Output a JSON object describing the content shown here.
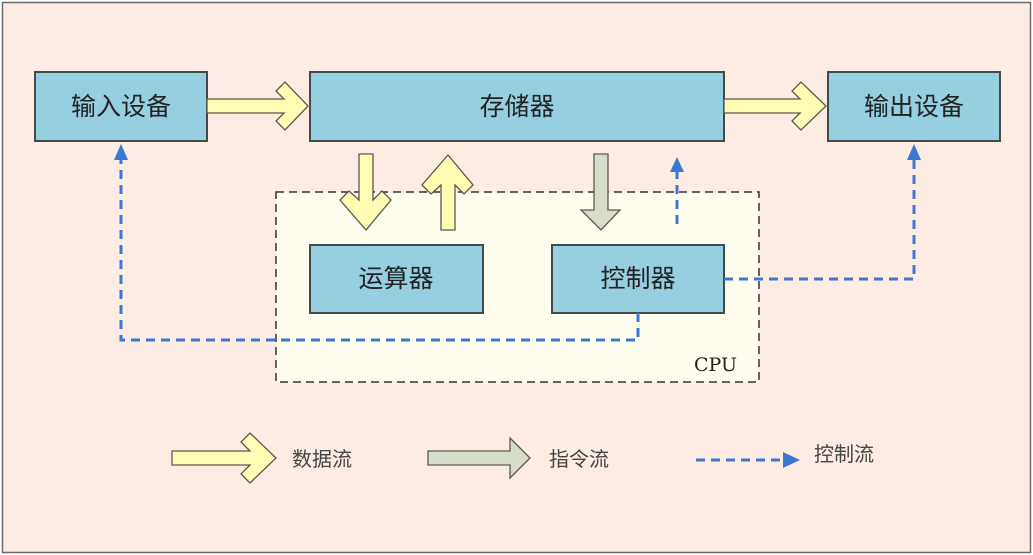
{
  "diagram": {
    "title": "",
    "colors": {
      "background": "#fcece3",
      "frame": "#6b6b6b",
      "box_fill": "#96cfdf",
      "box_stroke": "#3f4b4c",
      "cpu_fill": "#fffdee",
      "cpu_stroke": "#333333",
      "data_arrow_fill": "#fffcb4",
      "instr_arrow_fill": "#d8dccb",
      "arrow_stroke": "#5a5a4a",
      "control_line": "#3b78d0",
      "text": "#222222",
      "legend_text": "#444444"
    },
    "nodes": {
      "input": "输入设备",
      "memory": "存储器",
      "output": "输出设备",
      "alu": "运算器",
      "controller": "控制器",
      "cpu": "CPU"
    },
    "edges": [
      {
        "from": "input",
        "to": "memory",
        "type": "data"
      },
      {
        "from": "memory",
        "to": "output",
        "type": "data"
      },
      {
        "from": "memory",
        "to": "alu",
        "type": "data"
      },
      {
        "from": "alu",
        "to": "memory",
        "type": "data"
      },
      {
        "from": "memory",
        "to": "controller",
        "type": "instruction"
      },
      {
        "from": "controller",
        "to": "memory",
        "type": "control"
      },
      {
        "from": "controller",
        "to": "input",
        "type": "control"
      },
      {
        "from": "controller",
        "to": "output",
        "type": "control"
      }
    ],
    "legend": [
      {
        "key": "data",
        "label": "数据流"
      },
      {
        "key": "instruction",
        "label": "指令流"
      },
      {
        "key": "control",
        "label": "控制流"
      }
    ]
  }
}
